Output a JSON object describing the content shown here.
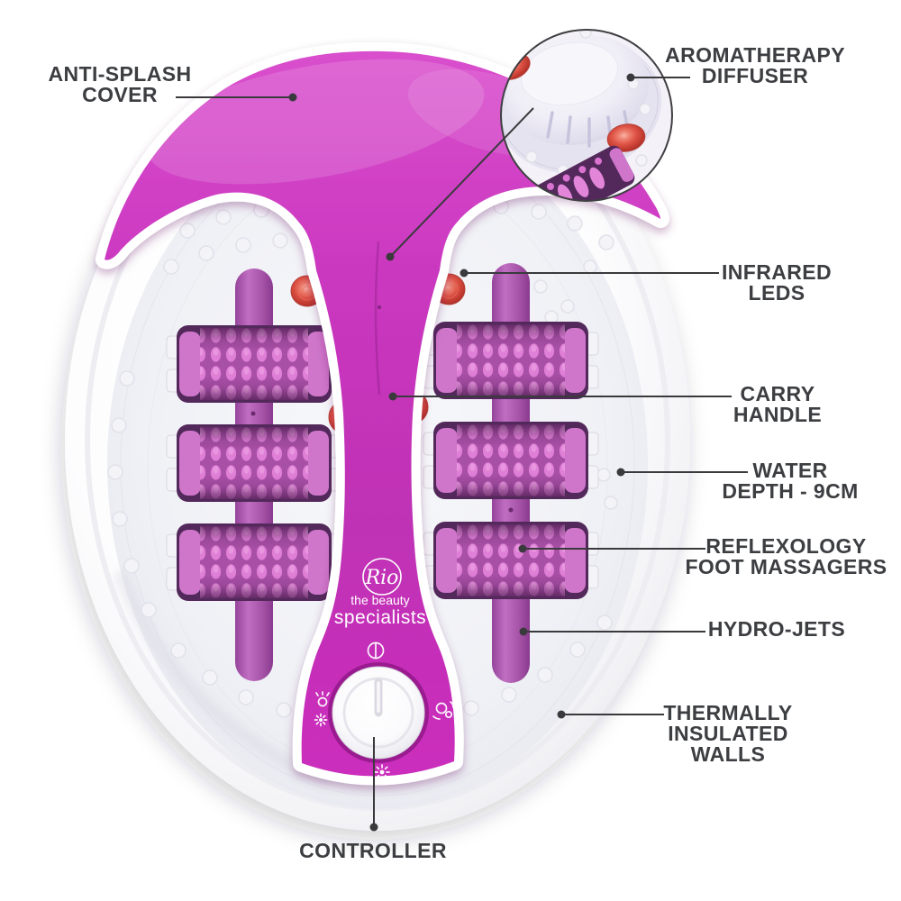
{
  "labels": {
    "anti_splash_cover": "ANTI-SPLASH\nCOVER",
    "aromatherapy_diffuser": "AROMATHERAPY\nDIFFUSER",
    "infrared_leds": "INFRARED\nLEDS",
    "carry_handle": "CARRY\nHANDLE",
    "water_depth": "WATER\nDEPTH - 9CM",
    "reflexology_foot_massagers": "REFLEXOLOGY\nFOOT MASSAGERS",
    "hydro_jets": "HYDRO-JETS",
    "thermally_insulated_walls": "THERMALLY\nINSULATED\nWALLS",
    "controller": "CONTROLLER"
  },
  "brand": {
    "name": "Rio",
    "tagline_line1": "the beauty",
    "tagline_line2": "specialists"
  },
  "colors": {
    "pink_accent": "#cb38c0",
    "deep_pink": "#9e2899",
    "purple_strip": "#a958ab",
    "roller_plate": "#53295c",
    "roller_nub_pink": "#df7fd6",
    "red_led": "#d9493c",
    "label_text": "#3c3e41",
    "leader_line": "#3a3a3d",
    "basin_white": "#ffffff"
  },
  "icons": {
    "controller_power": "power-off-icon",
    "controller_massage": "massage-mode-icon",
    "controller_heat_left": "heat-icon",
    "controller_bubbles": "bubbles-mode-icon",
    "controller_heat_bottom": "heat-icon"
  }
}
